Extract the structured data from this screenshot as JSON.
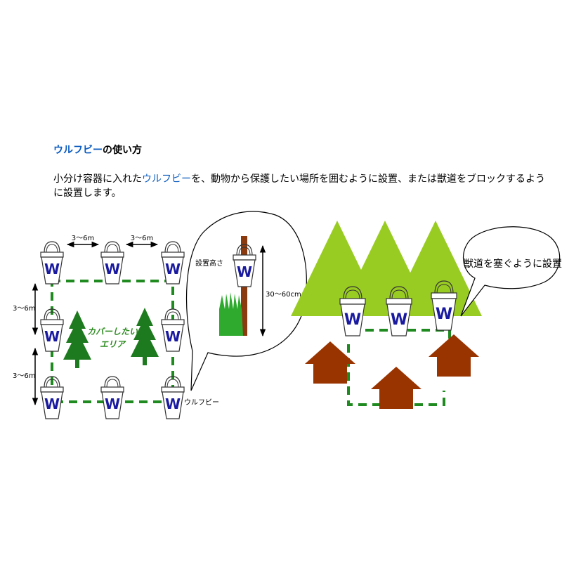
{
  "heading": {
    "product": "ウルフビー",
    "suffix": "の使い方"
  },
  "description": {
    "part1": "小分け容器に入れた",
    "product": "ウルフビー",
    "part2": "を、動物から保護したい場所を囲むように設置、または獣道をブロックするように設置します。"
  },
  "diagram": {
    "spacing_h": "3～6m",
    "spacing_v": "3～6m",
    "cover_area_line1": "カバーしたい",
    "cover_area_line2": "エリア",
    "container_label": "ウルフビー",
    "container_mark": "W",
    "install_height_label": "設置高さ",
    "install_height_value": "30～60cm",
    "trail_label": "獣道を塞ぐように設置"
  },
  "colors": {
    "fence_dash": "#1f8a1f",
    "tree_dark": "#1e7a1e",
    "tree_light": "#99cc22",
    "house": "#993300",
    "pole": "#8b3a10",
    "grass": "#2faa2f",
    "mark_blue": "#1a1aa0"
  }
}
